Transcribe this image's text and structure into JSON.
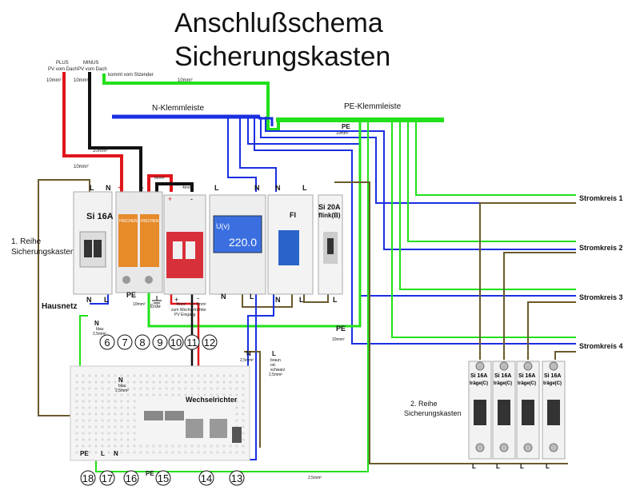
{
  "title": {
    "line1": "Anschlußschema",
    "line2": "Sicherungskasten"
  },
  "source": {
    "plus": "PLUS",
    "plus_sub": "PV vom Dach",
    "minus": "MINUS",
    "minus_sub": "PV vom Dach",
    "from_meter": "kommt vom Stzender",
    "size_10_a": "10mm²",
    "size_10_b": "10mm²",
    "size_10_c": "10mm²",
    "size_10_d": "10mm²"
  },
  "rails": {
    "n": "N-Klemmleiste",
    "pe": "PE-Klemmleiste",
    "pe_top": "PE",
    "pe_top_size": "10mm²"
  },
  "row1": {
    "label1": "1. Reihe",
    "label2": "Sicherungskasten",
    "main_breaker": "Si 16A",
    "hausnetz": "Hausnetz",
    "brand": "HISCHEN",
    "pe_spd": "PE",
    "pe_spd_size": "10mm²",
    "erde": "Erde",
    "inverter_note1": "zum Wechselrichter",
    "inverter_note2": "PV Eingang",
    "size_4_a": "4mm²",
    "size_4_b": "4mm²",
    "size_4_c": "4mm²",
    "size_6": "6mm²",
    "meter_reading": "220.0",
    "meter_unit": "U(v)",
    "fi": "FI",
    "si20": "Si 20A",
    "si20_type": "flink(B)",
    "pe_bottom": "PE",
    "pe_bottom_size": "10mm²"
  },
  "terminals": {
    "L": "L",
    "N": "N",
    "plus": "+",
    "minus": "-"
  },
  "circuits": [
    "Stromkreis 1",
    "Stromkreis 2",
    "Stromkreis 3",
    "Stromkreis 4"
  ],
  "row2": {
    "label1": "2. Reihe",
    "label2": "Sicherungskasten",
    "breakers": [
      {
        "rating": "Si 16A",
        "type": "träge(C)"
      },
      {
        "rating": "Si 16A",
        "type": "träge(C)"
      },
      {
        "rating": "Si 16A",
        "type": "träge(C)"
      },
      {
        "rating": "Si 16A",
        "type": "träge(C)"
      }
    ]
  },
  "inverter": {
    "name": "Wechselrichter",
    "ports_top": [
      "6",
      "7",
      "8",
      "9",
      "10",
      "11",
      "12"
    ],
    "ports_bottom": [
      "18",
      "17",
      "16",
      "15",
      "14",
      "13"
    ],
    "n_blue": "N",
    "n_blue_sub": "blau",
    "n_blue_size": "2,5mm²",
    "n_mid": "N",
    "n_mid_sub": "blau",
    "n_mid_size": "2,5mm²",
    "n_right": "N",
    "n_right_size": "2,5mm²",
    "l_right": "L",
    "l_right_sub1": "braun",
    "l_right_sub2": "od.",
    "l_right_sub3": "schwarz",
    "l_right_size": "2,5mm²",
    "pe_left": "PE",
    "pe_bottom": "PE",
    "pe_bottom_size": "2,5mm²"
  },
  "colors": {
    "red": "#e0161b",
    "black": "#111111",
    "blue": "#1a2fe0",
    "green": "#22e01a",
    "brown": "#7a5a2a",
    "olive": "#6b5a2e"
  }
}
